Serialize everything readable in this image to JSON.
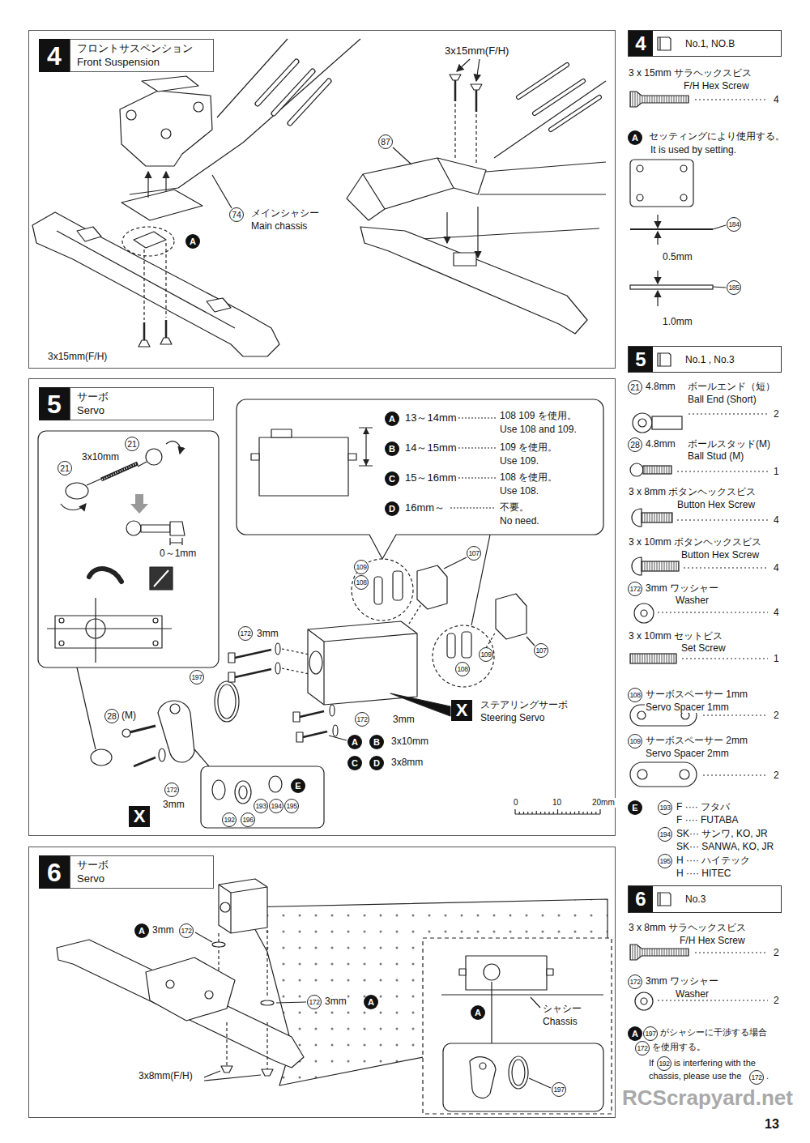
{
  "diagram": {
    "nodes": [
      {
        "text": [
          "4",
          "フロントサスペンション Front Suspension"
        ]
      },
      {
        "text": [
          "4",
          "No.1, NO.B"
        ]
      },
      {
        "text": [
          "5",
          "サーボ Servo"
        ]
      },
      {
        "text": [
          "5",
          "No.1 , No.3"
        ]
      },
      {
        "text": [
          "6",
          "サーボ Servo"
        ]
      },
      {
        "text": [
          "6",
          "No.3"
        ]
      }
    ],
    "labels": [
      "3x15mm(F/H)",
      "87",
      "74",
      "メインシャシー",
      "Main chassis",
      "A",
      "3x15mm(F/H)",
      "3 x 15mm サラヘックスビス",
      "F/H Hex Screw",
      "4",
      "A",
      "セッティングにより使用する。",
      "It is used by setting.",
      "184",
      "0.5mm",
      "185",
      "1.0mm",
      "3x10mm",
      "21",
      "21",
      "0～1mm",
      "A",
      "13～14mm",
      "108 109 を使用。",
      "Use 108 and 109.",
      "B",
      "14～15mm",
      "109 を使用。",
      "Use 109.",
      "C",
      "15～16mm",
      "108 を使用。",
      "Use 108.",
      "D",
      "16mm～",
      "不要。",
      "No need.",
      "109",
      "108",
      "107",
      "109",
      "108",
      "107",
      "172",
      "3mm",
      "197",
      "172",
      "3mm",
      "X",
      "ステアリングサーボ",
      "Steering Servo",
      "A",
      "B",
      "3x10mm",
      "C",
      "D",
      "3x8mm",
      "28",
      "(M)",
      "172",
      "3mm",
      "X",
      "E",
      "193",
      "194",
      "195",
      "196",
      "192",
      "0",
      "10",
      "20mm",
      "21",
      "4.8mm",
      "ボールエンド（短）",
      "Ball End (Short)",
      "2",
      "28",
      "4.8mm",
      "ボールスタッド(M)",
      "Ball Stud (M)",
      "1",
      "3 x 8mm ボタンヘックスビス",
      "Button Hex Screw",
      "4",
      "3 x 10mm ボタンヘックスビス",
      "Button Hex Screw",
      "4",
      "172",
      "3mm ワッシャー",
      "Washer",
      "4",
      "3 x 10mm セットビス",
      "Set Screw",
      "1",
      "108",
      "サーボスペーサー 1mm",
      "Servo Spacer 1mm",
      "2",
      "109",
      "サーボスペーサー 2mm",
      "Servo Spacer 2mm",
      "2",
      "E",
      "193",
      "F ···· フタバ",
      "F ···· FUTABA",
      "194",
      "SK··· サンワ, KO, JR",
      "SK··· SANWA, KO, JR",
      "195",
      "H ···· ハイテック",
      "H ···· HITEC",
      "3 x 8mm サラヘックスビス",
      "F/H Hex Screw",
      "2",
      "172",
      "3mm ワッシャー",
      "Washer",
      "2",
      "A",
      "197",
      "がシャシーに干渉する場合",
      "172",
      "を使用する。",
      "If",
      "192",
      "is interfering with the",
      "chassis, please use the",
      "172",
      ".",
      "A",
      "3mm",
      "172",
      "172",
      "3mm",
      "A",
      "3x8mm(F/H)",
      "A",
      "シャシー",
      "Chassis",
      "197",
      "RCScrapyard.net",
      "13"
    ]
  }
}
